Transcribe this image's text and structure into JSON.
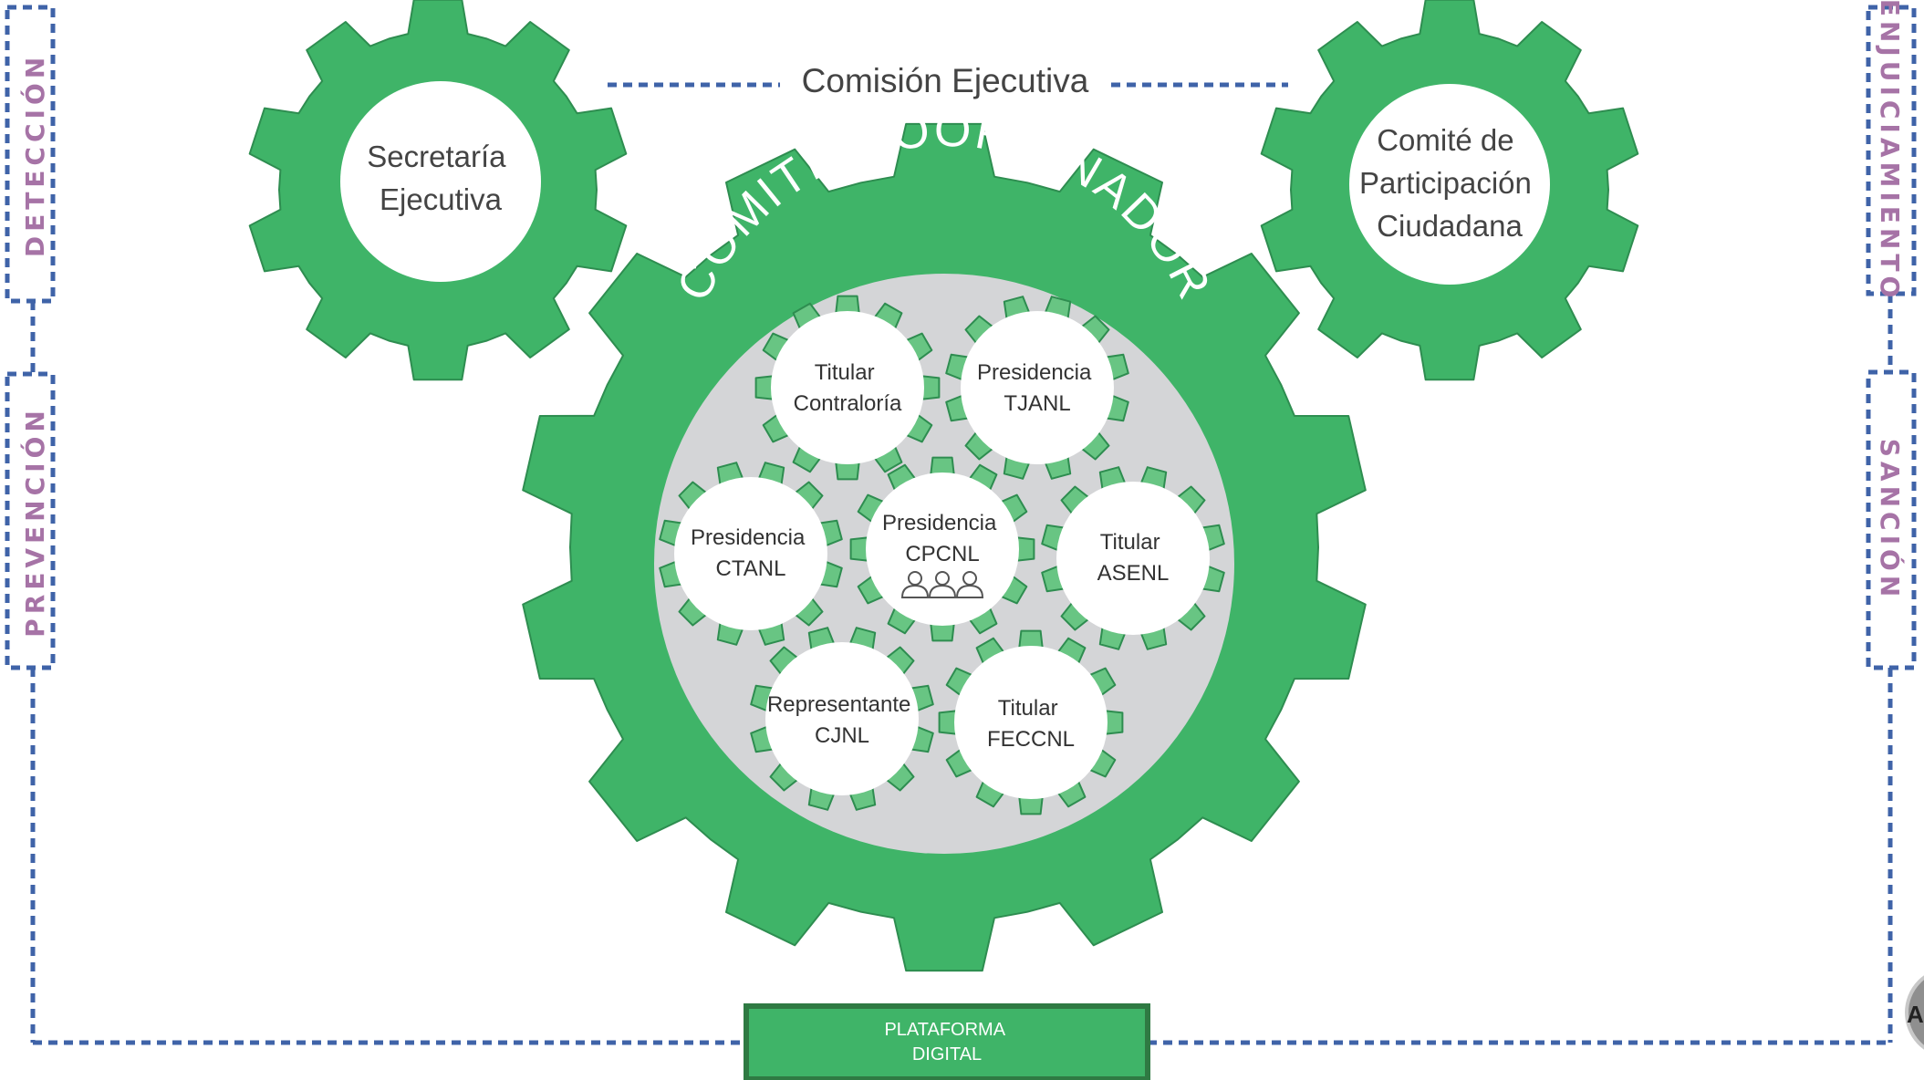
{
  "colors": {
    "gear_green": "#3fb468",
    "light_green": "#68c583",
    "inner_gray": "#d4d5d7",
    "dashed_blue": "#3f63a8",
    "side_label_purple": "#a673a6",
    "platform_border": "#2f7a43",
    "text_dark": "#444444"
  },
  "side_labels": {
    "detection": "DETECCIÓN",
    "prevention": "PREVENCIÓN",
    "prosecution": "ENJUICIAMIENTO",
    "sanction": "SANCIÓN"
  },
  "executive_commission": "Comisión Ejecutiva",
  "left_gear": {
    "line1": "Secretaría",
    "line2": "Ejecutiva"
  },
  "right_gear": {
    "line1": "Comité de",
    "line2": "Participación",
    "line3": "Ciudadana"
  },
  "central_gear": {
    "title": "COMITÉ COORDINADOR",
    "members": [
      {
        "line1": "Titular",
        "line2": "Contraloría"
      },
      {
        "line1": "Presidencia",
        "line2": "TJANL"
      },
      {
        "line1": "Presidencia",
        "line2": "CTANL"
      },
      {
        "line1": "Presidencia",
        "line2": "CPCNL",
        "icon": "people-group-icon"
      },
      {
        "line1": "Titular",
        "line2": "ASENL"
      },
      {
        "line1": "Representante",
        "line2": "CJNL"
      },
      {
        "line1": "Titular",
        "line2": "FECCNL"
      }
    ]
  },
  "platform": {
    "line1": "PLATAFORMA",
    "line2": "DIGITAL"
  },
  "corner_logo": {
    "partial_text": "Al"
  }
}
